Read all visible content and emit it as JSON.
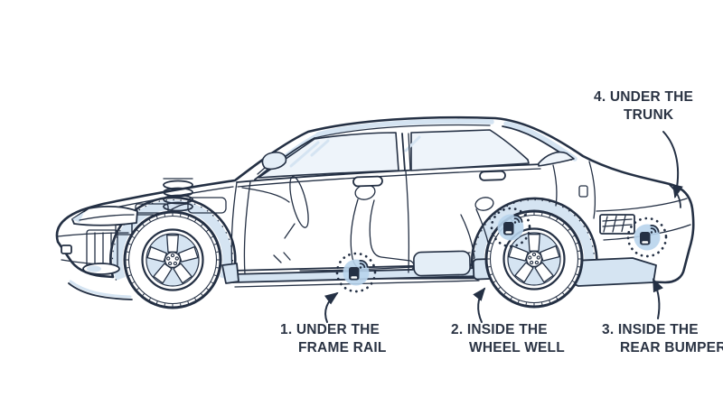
{
  "figure": {
    "type": "diagram",
    "subject": "sedan side-view cutaway illustration showing hidden GPS tracker locations",
    "annotations": [
      {
        "id": "1",
        "line1": "1. UNDER THE",
        "line2": "FRAME RAIL",
        "marker": "dotted-circle-tracker"
      },
      {
        "id": "2",
        "line1": "2. INSIDE THE",
        "line2": "WHEEL WELL",
        "marker": "dotted-circle-tracker"
      },
      {
        "id": "3",
        "line1": "3. INSIDE THE",
        "line2": "REAR BUMPER",
        "marker": "dotted-circle-tracker"
      },
      {
        "id": "4",
        "line1": "4. UNDER THE",
        "line2": "TRUNK",
        "marker": "curved-arrow"
      }
    ]
  },
  "icons": {
    "tracker": "gps-tracker-device-icon",
    "signal": "wireless-signal-icon",
    "highlight": "dotted-circle-highlight-icon",
    "pointer": "curved-arrow-icon"
  },
  "colors": {
    "ink": "#243044",
    "accent": "#d5e4f2",
    "accent-strong": "#b8d4ec",
    "glass": "#eef4fa",
    "soft": "#e4eef7",
    "text": "#2b3444",
    "bg": "#ffffff"
  }
}
